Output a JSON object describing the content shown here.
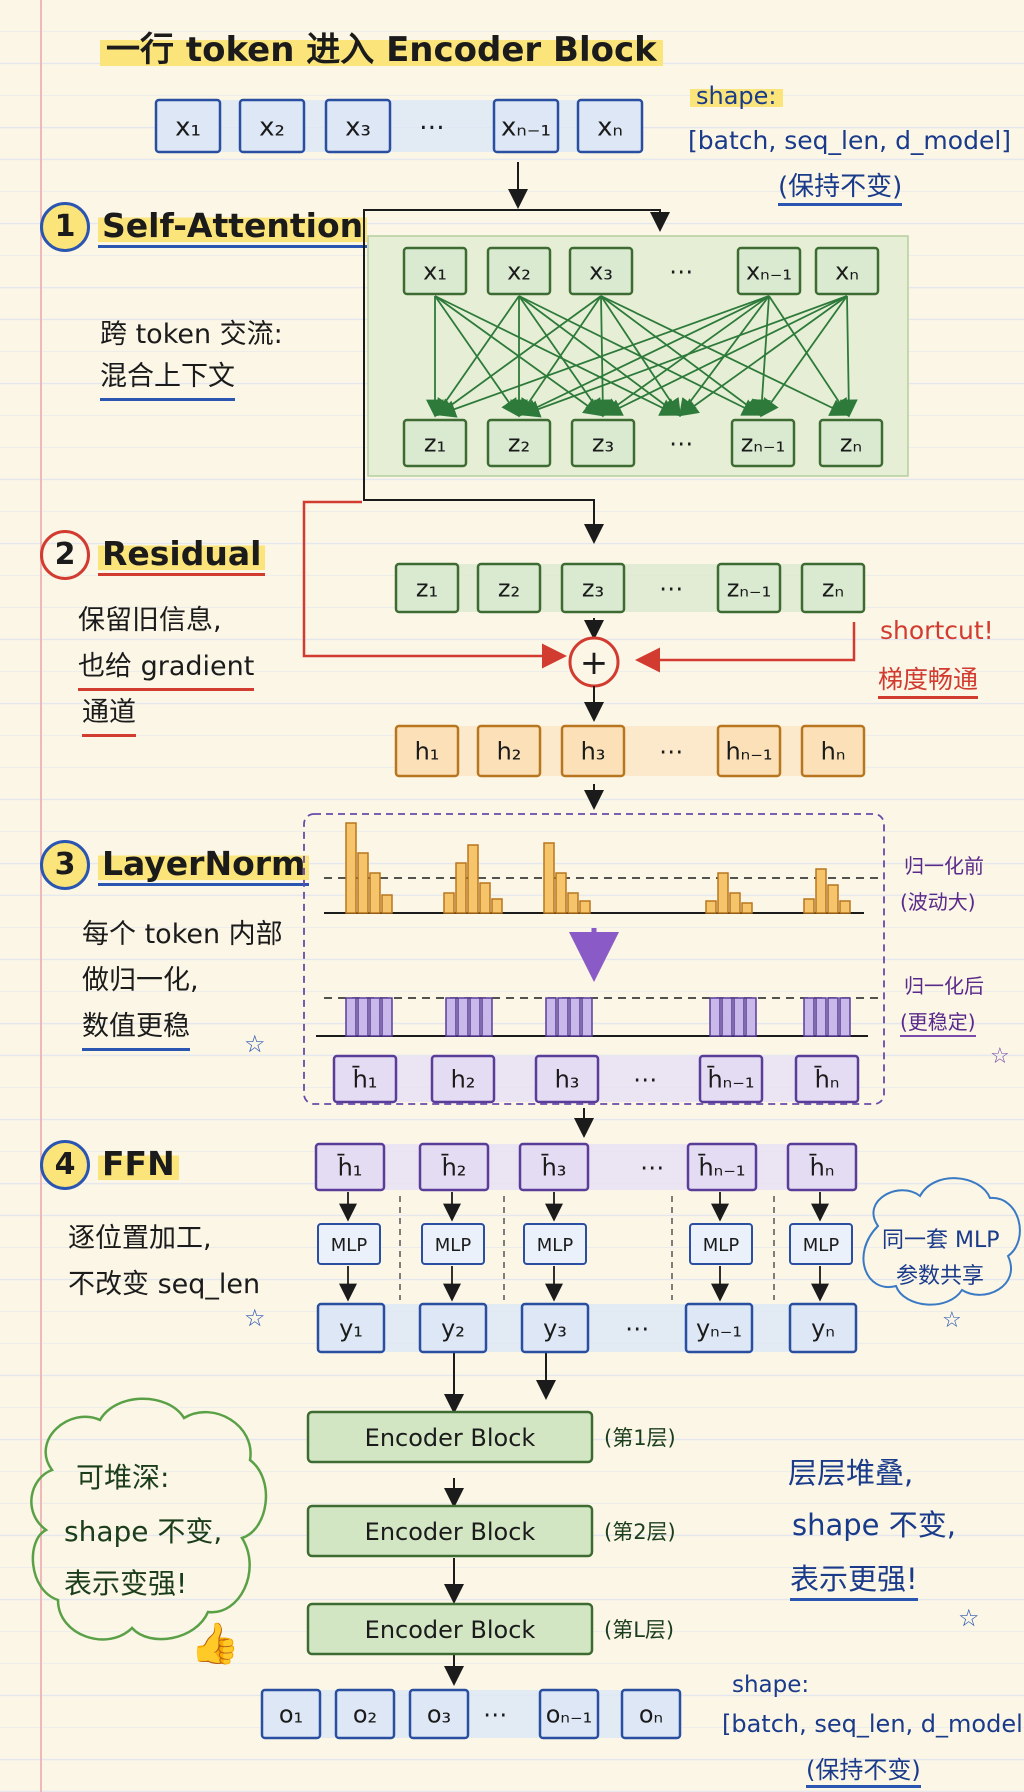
{
  "title": "一行 token 进入 Encoder Block",
  "input_tokens": [
    "x₁",
    "x₂",
    "x₃",
    "⋯",
    "xₙ₋₁",
    "xₙ"
  ],
  "shape_top": {
    "label": "shape:",
    "value": "[batch, seq_len, d_model]",
    "note": "(保持不变)"
  },
  "sec1": {
    "num": "1",
    "title": "Self-Attention",
    "desc1": "跨 token 交流:",
    "desc2": "混合上下文",
    "inputs": [
      "x₁",
      "x₂",
      "x₃",
      "⋯",
      "xₙ₋₁",
      "xₙ"
    ],
    "outputs": [
      "z₁",
      "z₂",
      "z₃",
      "⋯",
      "zₙ₋₁",
      "zₙ"
    ]
  },
  "sec2": {
    "num": "2",
    "title": "Residual",
    "desc1": "保留旧信息,",
    "desc2": "也给 gradient",
    "desc3": "通道",
    "tokens": [
      "z₁",
      "z₂",
      "z₃",
      "⋯",
      "zₙ₋₁",
      "zₙ"
    ],
    "plus": "+",
    "shortcut1": "shortcut!",
    "shortcut2": "梯度畅通",
    "outputs": [
      "h₁",
      "h₂",
      "h₃",
      "⋯",
      "hₙ₋₁",
      "hₙ"
    ]
  },
  "sec3": {
    "num": "3",
    "title": "LayerNorm",
    "desc1": "每个 token 内部",
    "desc2": "做归一化,",
    "desc3": "数值更稳",
    "before1": "归一化前",
    "before2": "(波动大)",
    "after1": "归一化后",
    "after2": "(更稳定)",
    "outputs": [
      "h̄₁",
      "h₂",
      "h₃",
      "⋯",
      "h̄ₙ₋₁",
      "h̄ₙ"
    ]
  },
  "sec4": {
    "num": "4",
    "title": "FFN",
    "desc1": "逐位置加工,",
    "desc2": "不改变 seq_len",
    "inputs": [
      "h̄₁",
      "h̄₂",
      "h̄₃",
      "⋯",
      "h̄ₙ₋₁",
      "h̄ₙ"
    ],
    "mlp": "MLP",
    "outputs": [
      "y₁",
      "y₂",
      "y₃",
      "⋯",
      "yₙ₋₁",
      "yₙ"
    ],
    "cloud1": "同一套 MLP",
    "cloud2": "参数共享"
  },
  "stack": {
    "blocks": [
      "Encoder Block",
      "Encoder Block",
      "Encoder Block"
    ],
    "layers": [
      "(第1层)",
      "(第2层)",
      "(第L层)"
    ],
    "cloud1": "可堆深:",
    "cloud2": "shape 不变,",
    "cloud3": "表示变强!",
    "right1": "层层堆叠,",
    "right2": "shape 不变,",
    "right3": "表示更强!",
    "outputs": [
      "o₁",
      "o₂",
      "o₃",
      "⋯",
      "oₙ₋₁",
      "oₙ"
    ]
  },
  "shape_bottom": {
    "label": "shape:",
    "value": "[batch, seq_len, d_model]",
    "note": "(保持不变)"
  }
}
